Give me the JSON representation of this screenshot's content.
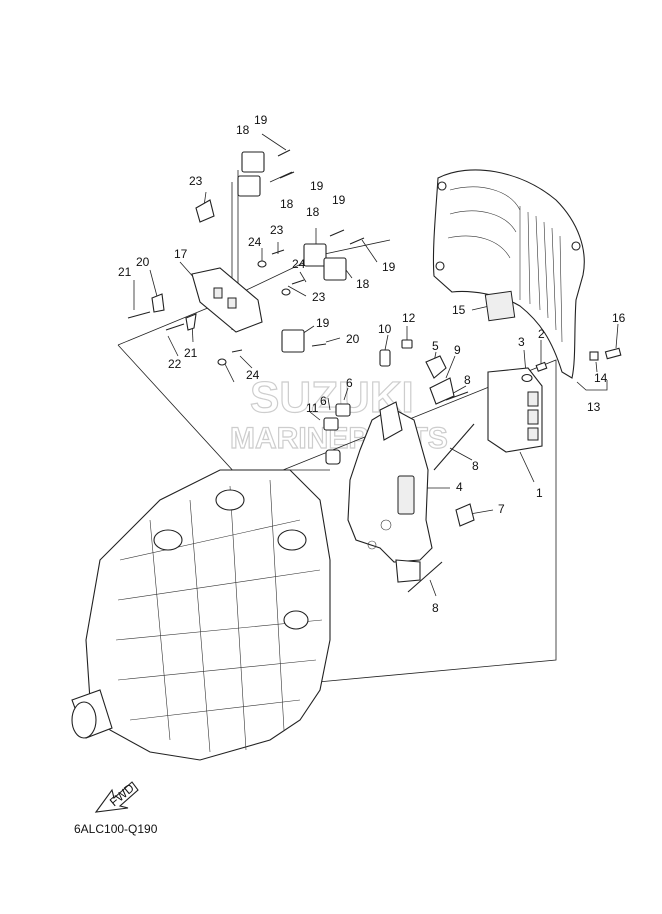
{
  "diagram_code": "6ALC100-Q190",
  "fwd_label": "FWD",
  "watermark": {
    "line1": "SUZUKI",
    "line2": "MARINEPARTS"
  },
  "callouts": [
    "1",
    "2",
    "3",
    "4",
    "5",
    "6",
    "6",
    "7",
    "8",
    "8",
    "8",
    "9",
    "10",
    "11",
    "12",
    "13",
    "14",
    "15",
    "16",
    "17",
    "18",
    "18",
    "18",
    "18",
    "19",
    "19",
    "19",
    "19",
    "19",
    "20",
    "20",
    "21",
    "21",
    "22",
    "23",
    "23",
    "23",
    "24",
    "24",
    "24"
  ]
}
